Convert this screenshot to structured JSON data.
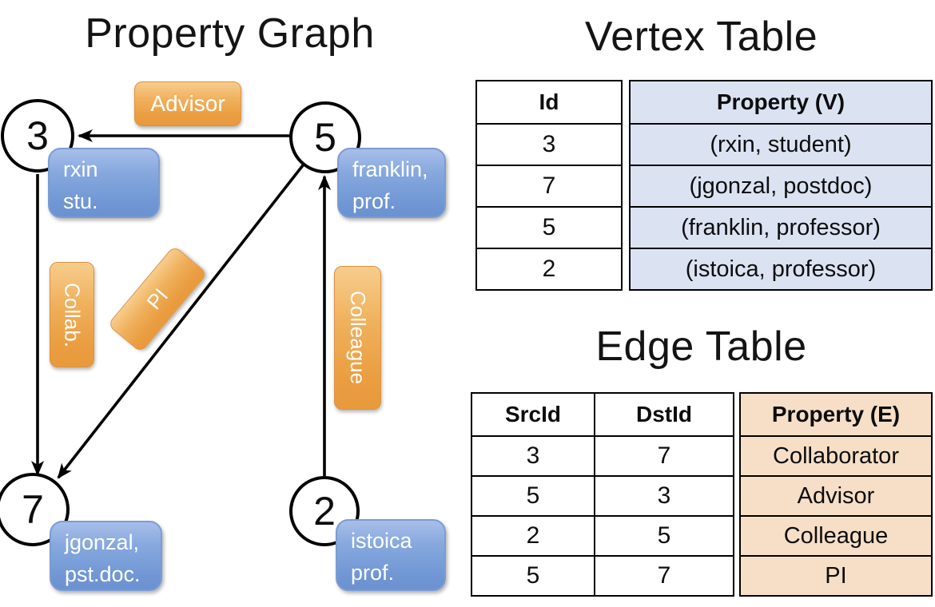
{
  "left_panel": {
    "title": "Property Graph",
    "vertices": [
      {
        "id": "3",
        "line1": "rxin",
        "line2": "stu."
      },
      {
        "id": "5",
        "line1": "franklin,",
        "line2": "prof."
      },
      {
        "id": "7",
        "line1": "jgonzal,",
        "line2": "pst.doc."
      },
      {
        "id": "2",
        "line1": "istoica",
        "line2": "prof."
      }
    ],
    "edge_labels": {
      "advisor": "Advisor",
      "collab": "Collab.",
      "pi": "PI",
      "colleague": "Colleague"
    }
  },
  "vertex_table": {
    "title": "Vertex Table",
    "col_id": "Id",
    "col_property": "Property (V)",
    "rows": [
      {
        "id": "3",
        "property": "(rxin, student)"
      },
      {
        "id": "7",
        "property": "(jgonzal, postdoc)"
      },
      {
        "id": "5",
        "property": "(franklin, professor)"
      },
      {
        "id": "2",
        "property": "(istoica, professor)"
      }
    ]
  },
  "edge_table": {
    "title": "Edge Table",
    "col_src": "SrcId",
    "col_dst": "DstId",
    "col_property": "Property (E)",
    "rows": [
      {
        "src": "3",
        "dst": "7",
        "property": "Collaborator"
      },
      {
        "src": "5",
        "dst": "3",
        "property": "Advisor"
      },
      {
        "src": "2",
        "dst": "5",
        "property": "Colleague"
      },
      {
        "src": "5",
        "dst": "7",
        "property": "PI"
      }
    ]
  },
  "colors": {
    "edge_label_orange": "#ea9e41",
    "vertex_label_blue": "#7fa3dc",
    "vertex_table_fill": "#dbe3f3",
    "edge_table_fill": "#f6dfc6",
    "line_black": "#000000"
  }
}
